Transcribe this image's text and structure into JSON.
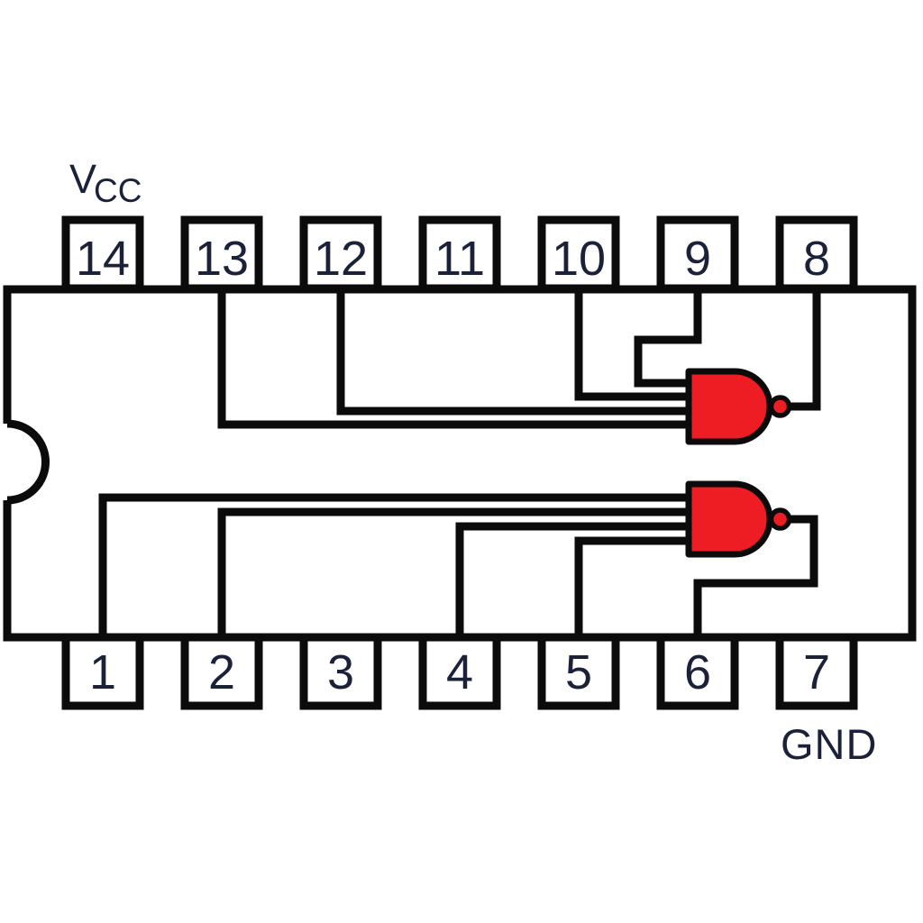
{
  "diagram_type": "ic-pinout",
  "labels": {
    "power_main": "V",
    "power_sub": "CC",
    "ground": "GND"
  },
  "pins": {
    "top_row": [
      "14",
      "13",
      "12",
      "11",
      "10",
      "9",
      "8"
    ],
    "bottom_row": [
      "1",
      "2",
      "3",
      "4",
      "5",
      "6",
      "7"
    ]
  },
  "gates": [
    {
      "id": "upper-nand",
      "type": "nand",
      "input_pins": [
        "9",
        "10",
        "12",
        "13"
      ],
      "output_pin": "8"
    },
    {
      "id": "lower-nand",
      "type": "nand",
      "input_pins": [
        "1",
        "2",
        "4",
        "5"
      ],
      "output_pin": "6"
    }
  ],
  "unconnected_pins": [
    "3",
    "11"
  ],
  "power_pin": "14",
  "ground_pin": "7",
  "colors": {
    "wire": "#0b0b0b",
    "gate_fill": "#ee1c23",
    "label_text": "#1b2138",
    "background": "#ffffff"
  }
}
